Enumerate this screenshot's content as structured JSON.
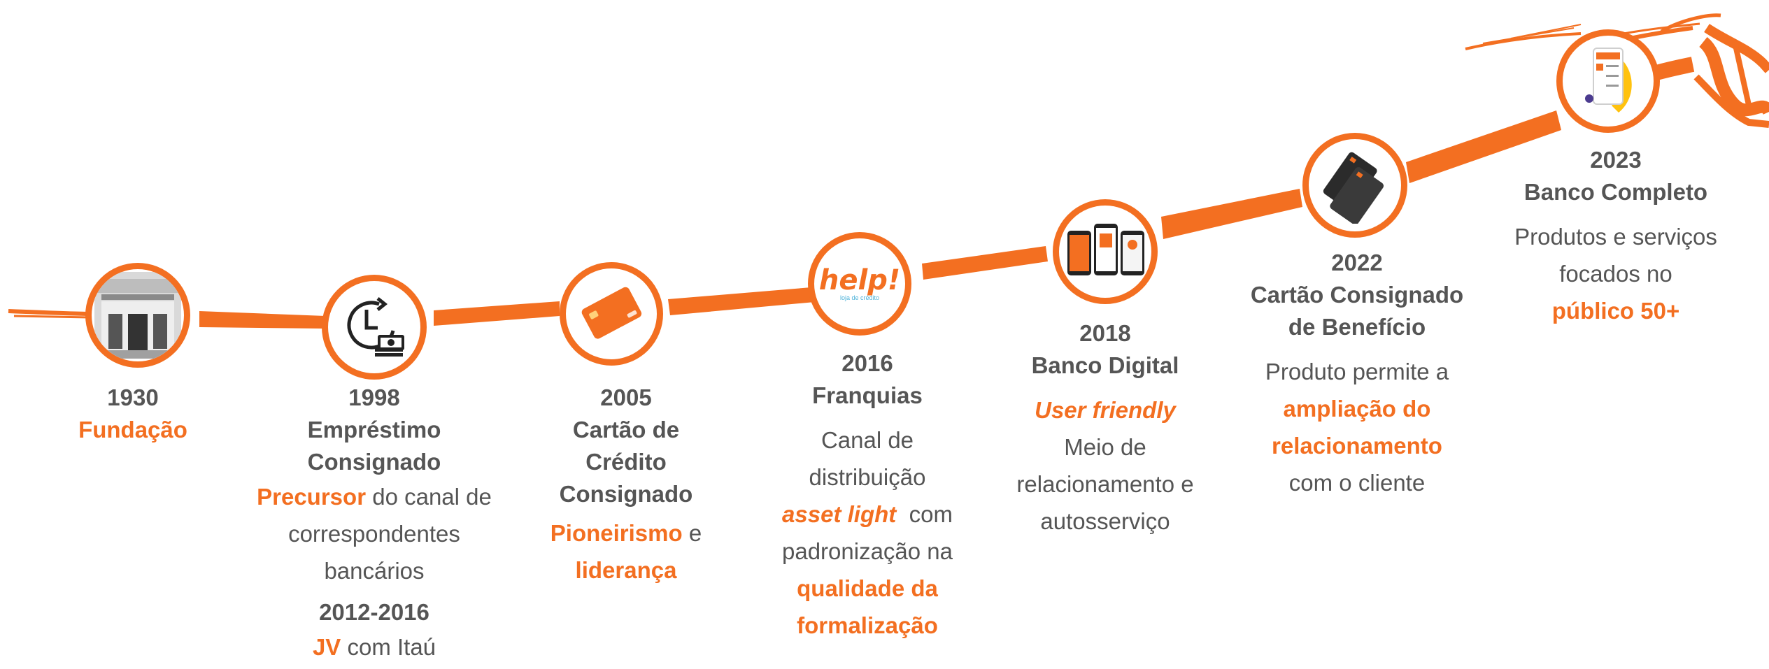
{
  "colors": {
    "accent": "#F36F21",
    "text": "#555555"
  },
  "milestones": [
    {
      "icon": "building-photo-icon",
      "year": "1930",
      "title": "Fundação"
    },
    {
      "icon": "clock-money-icon",
      "year": "1998",
      "title_1": "Empréstimo",
      "title_2": "Consignado",
      "desc_hl": "Precursor",
      "desc_1": " do canal de",
      "desc_2": "correspondentes",
      "desc_3": "bancários",
      "sub_year": "2012-2016",
      "sub_hl": "JV",
      "sub_text": " com Itaú"
    },
    {
      "icon": "credit-card-icon",
      "year": "2005",
      "title_1": "Cartão de",
      "title_2": "Crédito",
      "title_3": "Consignado",
      "desc_hl_1": "Pioneirismo",
      "desc_mid": " e",
      "desc_hl_2": "liderança"
    },
    {
      "icon": "help-logo-icon",
      "logo_text": "help!",
      "logo_sub": "loja de crédito",
      "year": "2016",
      "title": "Franquias",
      "desc_1": "Canal de",
      "desc_2": "distribuição",
      "desc_it": "asset light",
      "desc_3": "  com",
      "desc_4": "padronização na",
      "desc_hl_1": "qualidade da",
      "desc_hl_2": "formalização"
    },
    {
      "icon": "smartphones-icon",
      "year": "2018",
      "title": "Banco Digital",
      "desc_it": "User friendly",
      "desc_1": "Meio de",
      "desc_2": "relacionamento e",
      "desc_3": "autosserviço"
    },
    {
      "icon": "cards-icon",
      "year": "2022",
      "title_1": "Cartão Consignado",
      "title_2": "de Benefício",
      "desc_1": "Produto permite a",
      "desc_hl_1": "ampliação do",
      "desc_hl_2": "relacionamento",
      "desc_2": "com o cliente"
    },
    {
      "icon": "app-screens-icon",
      "year": "2023",
      "title": "Banco Completo",
      "desc_1": "Produtos e serviços",
      "desc_2": "focados no",
      "desc_hl": "público 50+"
    }
  ]
}
